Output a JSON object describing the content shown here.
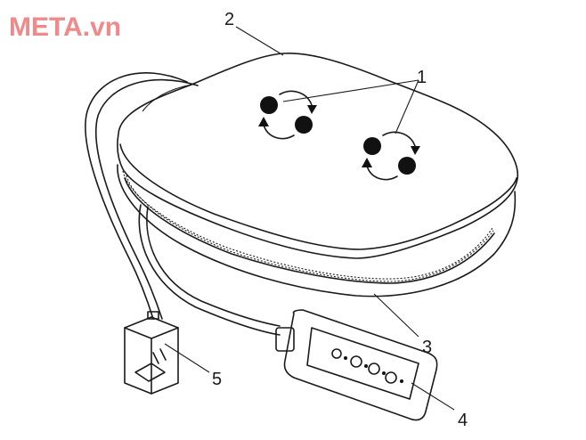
{
  "watermark": {
    "text": "META.vn",
    "color": "#f08a8a"
  },
  "callouts": [
    {
      "id": "1",
      "text": "1"
    },
    {
      "id": "2",
      "text": "2"
    },
    {
      "id": "3",
      "text": "3"
    },
    {
      "id": "4",
      "text": "4"
    },
    {
      "id": "5",
      "text": "5"
    }
  ],
  "colors": {
    "line": "#1a1a1a",
    "background": "#ffffff"
  }
}
